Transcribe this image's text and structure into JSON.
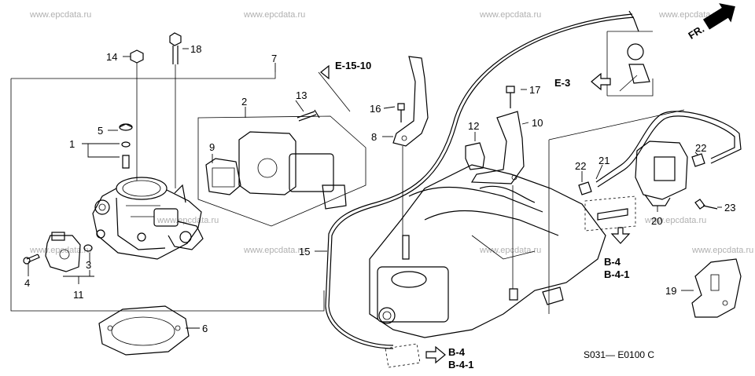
{
  "watermark": "www.epcdata.ru",
  "direction_label": "FR.",
  "diagram_code": "S031— E0100 C",
  "refs": {
    "e15": "E-15-10",
    "e3": "E-3",
    "b4_right": "B-4",
    "b41_right": "B-4-1",
    "b4_bottom": "B-4",
    "b41_bottom": "B-4-1"
  },
  "callouts": {
    "c1": "1",
    "c2": "2",
    "c3": "3",
    "c4": "4",
    "c5": "5",
    "c6": "6",
    "c7": "7",
    "c8": "8",
    "c9": "9",
    "c10": "10",
    "c11": "11",
    "c12": "12",
    "c13": "13",
    "c14": "14",
    "c15": "15",
    "c16": "16",
    "c17": "17",
    "c18": "18",
    "c19": "19",
    "c20": "20",
    "c21": "21",
    "c22a": "22",
    "c22b": "22",
    "c23": "23"
  },
  "icons": [
    "arrow-left-outline-icon",
    "arrow-right-outline-icon",
    "arrow-down-outline-icon",
    "fr-direction-arrow-icon"
  ]
}
